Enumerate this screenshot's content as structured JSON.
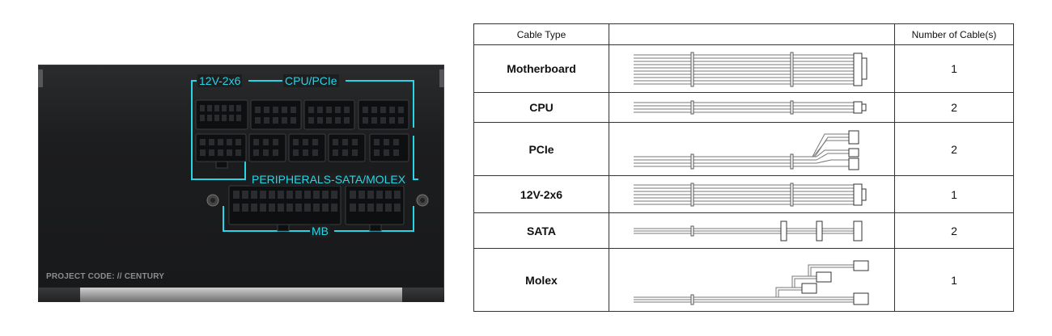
{
  "psu": {
    "labels": {
      "cpu_pcie": "12V-2x6 ━ CPU/PCIe",
      "label_12v": "12V-2x6",
      "label_cpu": "CPU/PCIe",
      "peripherals": "PERIPHERALS-SATA/MOLEX",
      "mb": "MB"
    },
    "project_code": "PROJECT CODE: // CENTURY",
    "colors": {
      "accent": "#27d6e6",
      "body": "#1c1d1f"
    }
  },
  "table": {
    "headers": [
      "Cable Type",
      "",
      "Number of Cable(s)"
    ],
    "rows": [
      {
        "type": "Motherboard",
        "count": "1"
      },
      {
        "type": "CPU",
        "count": "2"
      },
      {
        "type": "PCIe",
        "count": "2"
      },
      {
        "type": "12V-2x6",
        "count": "1"
      },
      {
        "type": "SATA",
        "count": "2"
      },
      {
        "type": "Molex",
        "count": "1"
      }
    ]
  }
}
